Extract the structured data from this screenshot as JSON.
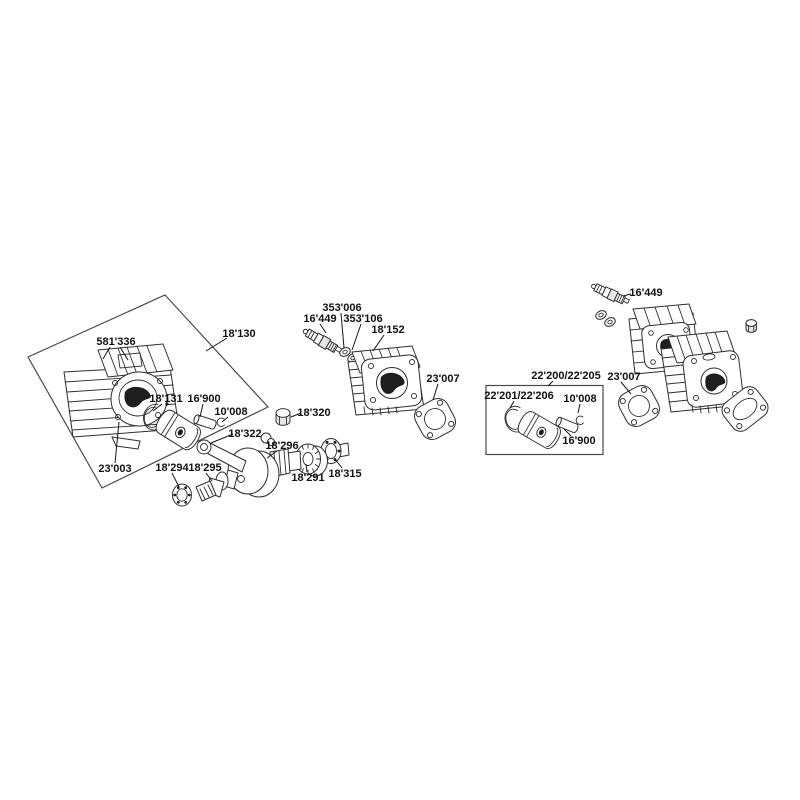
{
  "colors": {
    "background": "#ffffff",
    "line": "#2e2e2e",
    "label": "#111111"
  },
  "labels": [
    {
      "id": "cyl-head-fins-left",
      "text": "581'336"
    },
    {
      "id": "cylinder-kit-frame",
      "text": "18'130"
    },
    {
      "id": "piston-ring-left",
      "text": "18'131"
    },
    {
      "id": "gudgeon-pin-left",
      "text": "16'900"
    },
    {
      "id": "circlip-left",
      "text": "10'008"
    },
    {
      "id": "nut",
      "text": "18'320"
    },
    {
      "id": "connecting-rod",
      "text": "18'322"
    },
    {
      "id": "cylinder-left",
      "text": "23'003"
    },
    {
      "id": "bearing-left-end",
      "text": "18'294"
    },
    {
      "id": "shaft-left-end",
      "text": "18'295"
    },
    {
      "id": "bearing-right-inner",
      "text": "18'296"
    },
    {
      "id": "crankshaft",
      "text": "18'291"
    },
    {
      "id": "bearing-right-outer",
      "text": "18'315"
    },
    {
      "id": "spark-plug-mid",
      "text": "16'449"
    },
    {
      "id": "plug-washer-a",
      "text": "353'006"
    },
    {
      "id": "plug-washer-b",
      "text": "353'106"
    },
    {
      "id": "cylinder-mid",
      "text": "18'152"
    },
    {
      "id": "gasket-mid",
      "text": "23'007"
    },
    {
      "id": "spark-plug-right",
      "text": "16'449"
    },
    {
      "id": "piston-kit-box",
      "text": "22'200/22'205"
    },
    {
      "id": "gasket-right",
      "text": "23'007"
    },
    {
      "id": "piston-ring-kit",
      "text": "22'201/22'206"
    },
    {
      "id": "circlip-kit",
      "text": "10'008"
    },
    {
      "id": "gudgeon-pin-kit",
      "text": "16'900"
    }
  ]
}
